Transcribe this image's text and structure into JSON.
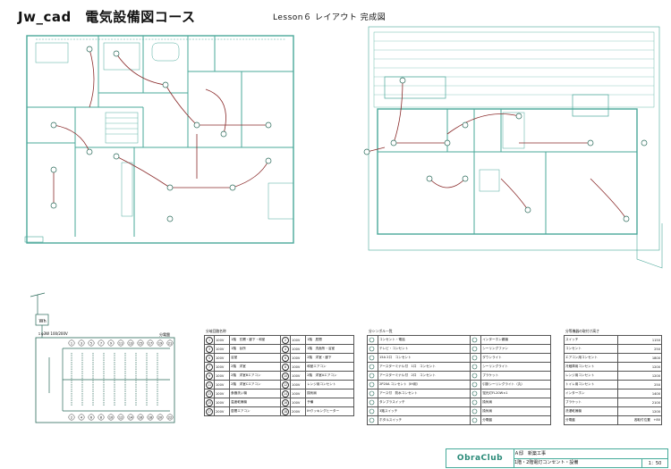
{
  "header": {
    "title": "Jw_cad　電気設備図コース",
    "subtitle": "Lesson６ レイアウト 完成図"
  },
  "diagram": {
    "colors": {
      "wall": "#4aa89a",
      "wire": "#8a2a2a",
      "fixture": "#2a7a6a"
    }
  },
  "distribution": {
    "wh_label": "Wh",
    "panel_label": "分電盤",
    "main_breaker": "１φ3W 100/200V",
    "circuit_numbers_top": [
      "1",
      "3",
      "5",
      "7",
      "9",
      "11",
      "13",
      "15",
      "17",
      "19",
      "21"
    ],
    "circuit_numbers_bottom": [
      "2",
      "4",
      "6",
      "8",
      "10",
      "12",
      "14",
      "16",
      "18",
      "20",
      "22"
    ]
  },
  "circuit_table": {
    "caption": "分岐回路名称",
    "rows": [
      [
        "1",
        "100V",
        "1階　玄関・廊下・和室",
        "2",
        "100V",
        "1階　居間"
      ],
      [
        "3",
        "100V",
        "1階　台所",
        "4",
        "100V",
        "1階　洗面所・浴室"
      ],
      [
        "5",
        "100V",
        "浴室",
        "6",
        "100V",
        "2階　洋室・廊下"
      ],
      [
        "7",
        "100V",
        "2階　洋室",
        "8",
        "100V",
        "和室エアコン"
      ],
      [
        "9",
        "100V",
        "2階　洋室Bエアコン",
        "10",
        "100V",
        "2階　洋室Aエアコン"
      ],
      [
        "11",
        "100V",
        "2階　洋室Cエアコン",
        "12",
        "100V",
        "レンジ用コンセント"
      ],
      [
        "13",
        "100V",
        "食器洗い機",
        "14",
        "100V",
        "換気扇"
      ],
      [
        "15",
        "100V",
        "温度乾燥機",
        "16",
        "100V",
        "予備"
      ],
      [
        "17",
        "200V",
        "居間エアコン",
        "18",
        "200V",
        "IHクッキングヒーター"
      ]
    ]
  },
  "symbol_table": {
    "caption": "分シンボル一覧",
    "rows": [
      [
        "コンセント・電話",
        "インターホン親機"
      ],
      [
        "テレビ・コンセント",
        "シーリングファン"
      ],
      [
        "15A 2口　コンセント",
        "ダウンライト"
      ],
      [
        "アースターミナル付　1口　コンセント",
        "シーリングライト"
      ],
      [
        "アースターミナル付　2口　コンセント",
        "ブラケット"
      ],
      [
        "2P20A コンセント（IH用）",
        "引掛シーリングライト（丸）"
      ],
      [
        "アース付　防水コンセント",
        "蛍光灯FL20W×1"
      ],
      [
        "タンブラスイッチ",
        "換気扇"
      ],
      [
        "3路スイッチ",
        "換気扇"
      ],
      [
        "ホタルスイッチ",
        "分電盤"
      ]
    ]
  },
  "height_table": {
    "caption": "分等機器の取付け高さ",
    "rows": [
      [
        "スイッチ",
        "1150"
      ],
      [
        "コンセント",
        "250"
      ],
      [
        "エアコン用コンセント",
        "1800"
      ],
      [
        "冷蔵庫用コンセント",
        "1200"
      ],
      [
        "レンジ用コンセント",
        "1200"
      ],
      [
        "トイレ用コンセント",
        "250"
      ],
      [
        "インターホン",
        "1400"
      ],
      [
        "ブラケット",
        "2100"
      ],
      [
        "洗濯乾燥機",
        "1200"
      ],
      [
        "分電盤",
        "各取付位置　+80"
      ]
    ]
  },
  "title_block": {
    "logo": "ObraClub",
    "project": "Ａ邸　新築工事",
    "drawing": "1階・2階電灯コンセント・設備",
    "scale": "1：50"
  }
}
